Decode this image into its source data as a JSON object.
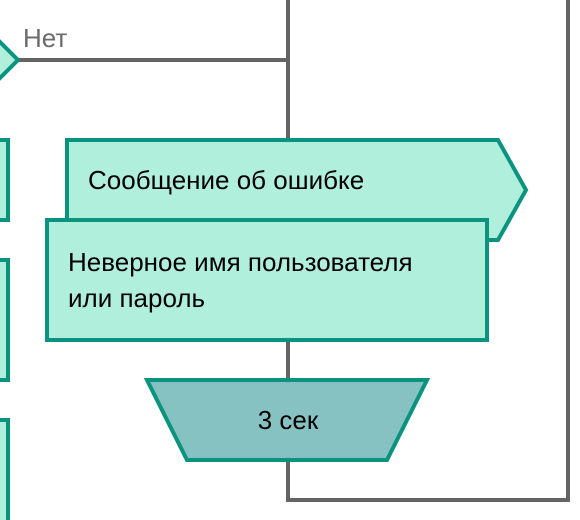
{
  "diagram": {
    "connector_label": "Нет",
    "message_title": "Сообщение об ошибке",
    "message_body_line1": "Неверное имя пользователя",
    "message_body_line2": "или пароль",
    "delay_label": "3 сек",
    "colors": {
      "fill_light": "#b0efdc",
      "stroke": "#0a9480",
      "delay_fill": "#86c2c2",
      "connector": "#646464"
    }
  }
}
